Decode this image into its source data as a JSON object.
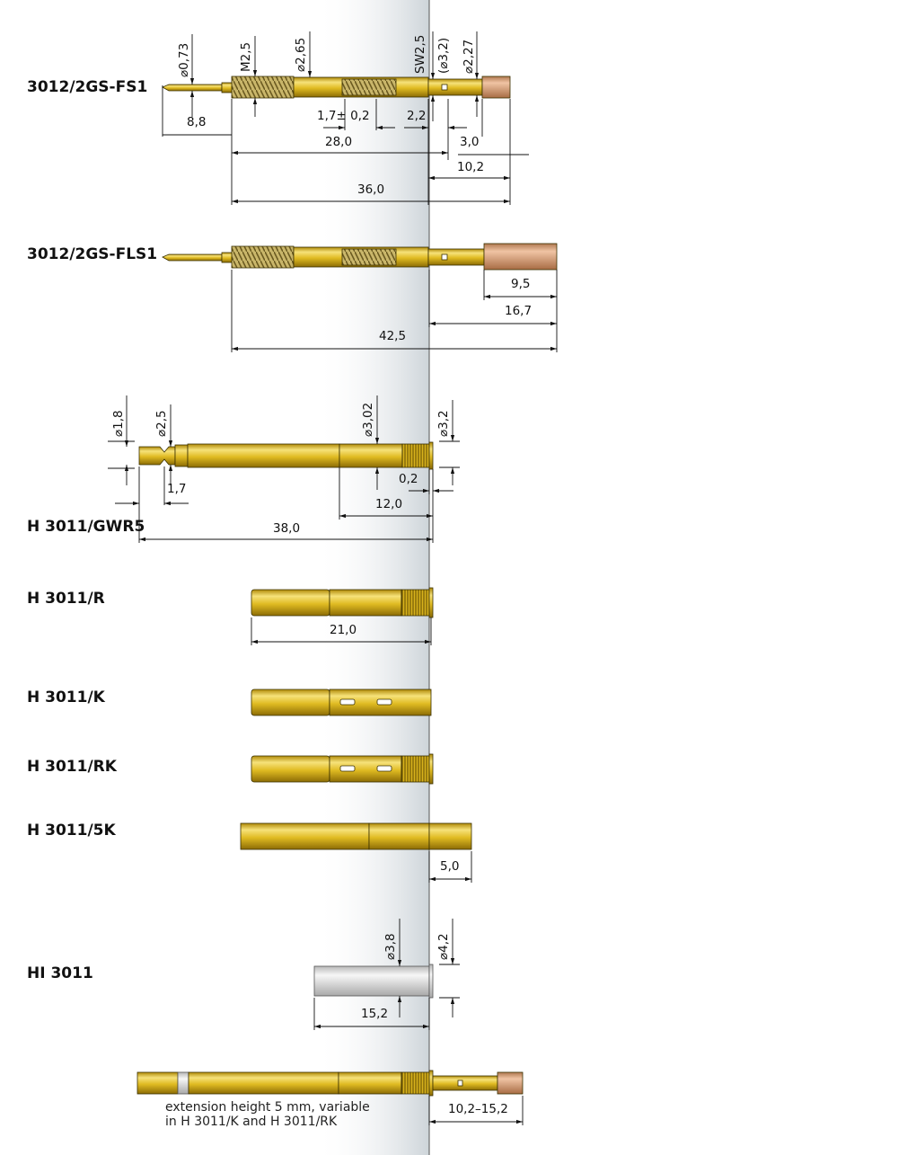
{
  "colors": {
    "gold": "#d8b21c",
    "gold_light": "#f3de6e",
    "gold_dark": "#9a7a0a",
    "copper": "#d7a080",
    "silver": "#e6e6e6",
    "panel": "#dfe3e6",
    "line": "#111111"
  },
  "parts": {
    "fs1": {
      "label": "3012/2GS-FS1",
      "dims": {
        "d073": "⌀0,73",
        "m25": "M2,5",
        "d265": "⌀2,65",
        "sw25": "SW2,5",
        "d32": "(⌀3,2)",
        "d227": "⌀2,27",
        "l88": "8,8",
        "tol": "1,7± 0,2",
        "l22": "2,2",
        "l28": "28,0",
        "l30": "3,0",
        "l102": "10,2",
        "l36": "36,0"
      }
    },
    "fls1": {
      "label": "3012/2GS-FLS1",
      "dims": {
        "l95": "9,5",
        "l167": "16,7",
        "l425": "42,5"
      }
    },
    "gwr5": {
      "label": "H 3011/GWR5",
      "dims": {
        "d18": "⌀1,8",
        "d25": "⌀2,5",
        "d302": "⌀3,02",
        "d32": "⌀3,2",
        "l02": "0,2",
        "l17": "1,7",
        "l120": "12,0",
        "l380": "38,0"
      }
    },
    "r": {
      "label": "H 3011/R",
      "dims": {
        "l210": "21,0"
      }
    },
    "k": {
      "label": "H 3011/K"
    },
    "rk": {
      "label": "H 3011/RK"
    },
    "k5": {
      "label": "H 3011/5K",
      "dims": {
        "l50": "5,0"
      }
    },
    "hi": {
      "label": "HI 3011",
      "dims": {
        "d38": "⌀3,8",
        "d42": "⌀4,2",
        "l152": "15,2"
      }
    },
    "assembly": {
      "note_line1": "extension height 5 mm, variable",
      "note_line2": "in H 3011/K and H 3011/RK",
      "range": "10,2–15,2"
    }
  }
}
